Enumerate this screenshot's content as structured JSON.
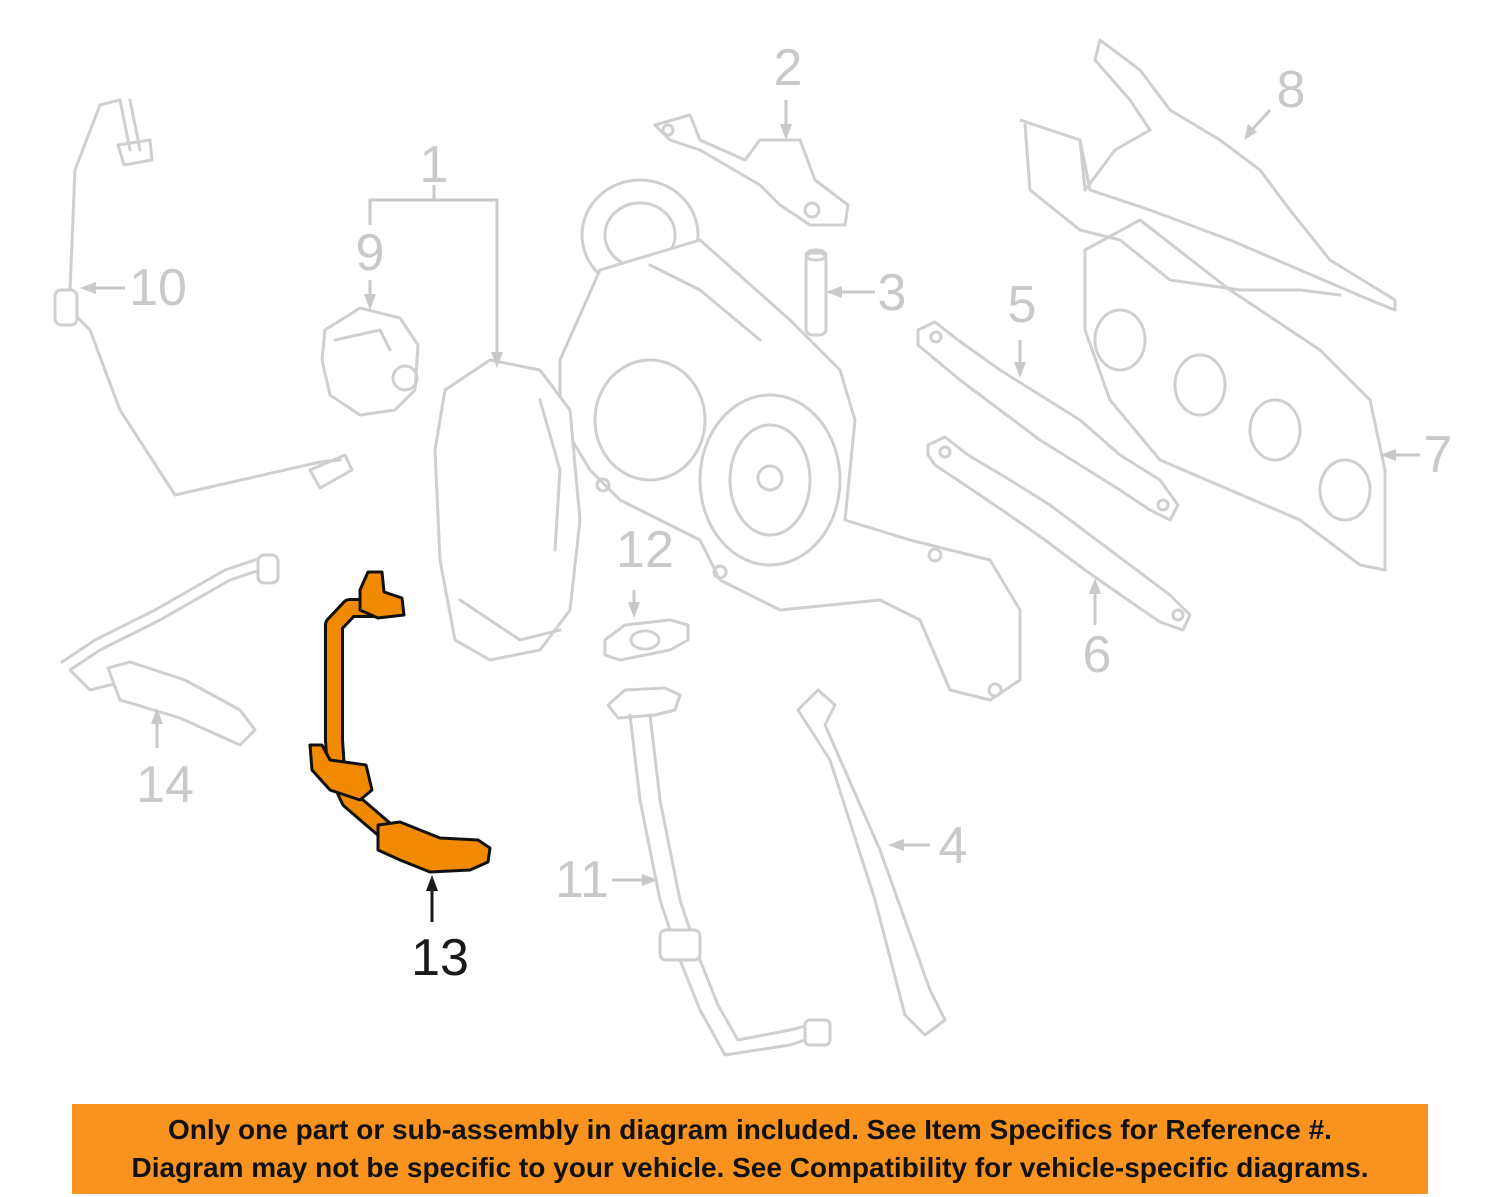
{
  "callouts": [
    "1",
    "2",
    "3",
    "4",
    "5",
    "6",
    "7",
    "8",
    "9",
    "10",
    "11",
    "12",
    "13",
    "14"
  ],
  "highlighted_part": "13",
  "colors": {
    "highlight": "#f28a00",
    "banner": "#f7931e",
    "line_art": "#cfcfcf",
    "label_dim": "#c9c9c9",
    "label_active": "#1a1a1a"
  },
  "notice": {
    "line1": "Only one part or sub-assembly in diagram included. See Item Specifics for Reference #.",
    "line2": "Diagram may not be specific to your vehicle. See Compatibility for vehicle-specific diagrams."
  }
}
